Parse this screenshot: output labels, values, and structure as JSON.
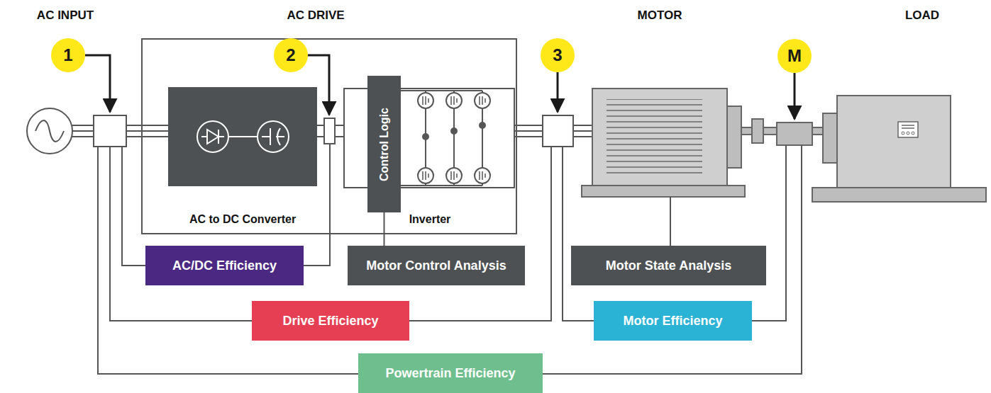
{
  "diagram": {
    "nodes": [
      {
        "text": [
          "1"
        ]
      },
      {
        "text": [
          "2"
        ]
      },
      {
        "text": [
          "3"
        ]
      },
      {
        "text": [
          "M"
        ]
      },
      {
        "text": [
          "Control Logic"
        ]
      },
      {
        "text": [
          "AC/DC Efficiency"
        ]
      },
      {
        "text": [
          "Motor Control Analysis"
        ]
      },
      {
        "text": [
          "Motor State Analysis"
        ]
      },
      {
        "text": [
          "Drive Efficiency"
        ]
      },
      {
        "text": [
          "Motor Efficiency"
        ]
      },
      {
        "text": [
          "Powertrain Efficiency"
        ]
      }
    ],
    "edges": [
      {
        "from": 4,
        "to": 6,
        "arrow": "none"
      }
    ],
    "labels": [
      "AC INPUT",
      "AC DRIVE",
      "MOTOR",
      "LOAD",
      "AC to DC Converter",
      "Inverter"
    ]
  }
}
